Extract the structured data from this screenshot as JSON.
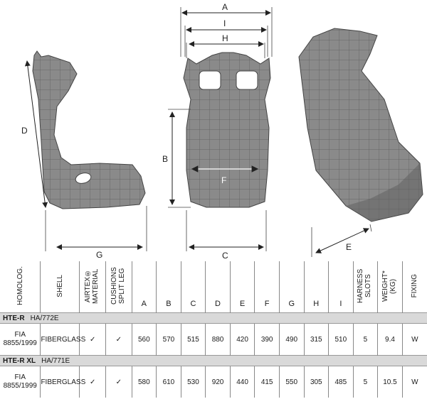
{
  "dimension_labels": {
    "A": "A",
    "B": "B",
    "C": "C",
    "D": "D",
    "E": "E",
    "F": "F",
    "G": "G",
    "H": "H",
    "I": "I"
  },
  "table": {
    "headers": {
      "homolog": "HOMOLOG.",
      "shell": "SHELL",
      "airtex": "AIRTEX® MATERIAL",
      "cushions": "CUSHIONS SPLIT LEG",
      "a": "A",
      "b": "B",
      "c": "C",
      "d": "D",
      "e": "E",
      "f": "F",
      "g": "G",
      "h": "H",
      "i": "I",
      "harness": "HARNESS SLOTS",
      "weight": "WEIGHT* (KG)",
      "fixing": "FIXING"
    },
    "models": [
      {
        "name": "HTE-R",
        "code": "HA/772E",
        "homolog_line1": "FIA",
        "homolog_line2": "8855/1999",
        "shell": "FIBERGLASS",
        "airtex": "✓",
        "cushions": "✓",
        "a": "560",
        "b": "570",
        "c": "515",
        "d": "880",
        "e": "420",
        "f": "390",
        "g": "490",
        "h": "315",
        "i": "510",
        "harness": "5",
        "weight": "9.4",
        "fixing": "W"
      },
      {
        "name": "HTE-R XL",
        "code": "HA/771E",
        "homolog_line1": "FIA",
        "homolog_line2": "8855/1999",
        "shell": "FIBERGLASS",
        "airtex": "✓",
        "cushions": "✓",
        "a": "580",
        "b": "610",
        "c": "530",
        "d": "920",
        "e": "440",
        "f": "415",
        "g": "550",
        "h": "305",
        "i": "485",
        "harness": "5",
        "weight": "10.5",
        "fixing": "W"
      }
    ]
  },
  "colors": {
    "seat": "#8a8a8a",
    "seat_dark": "#5e5e5e",
    "grid": "#3a3a3a",
    "header_band": "#d9d9d9"
  }
}
